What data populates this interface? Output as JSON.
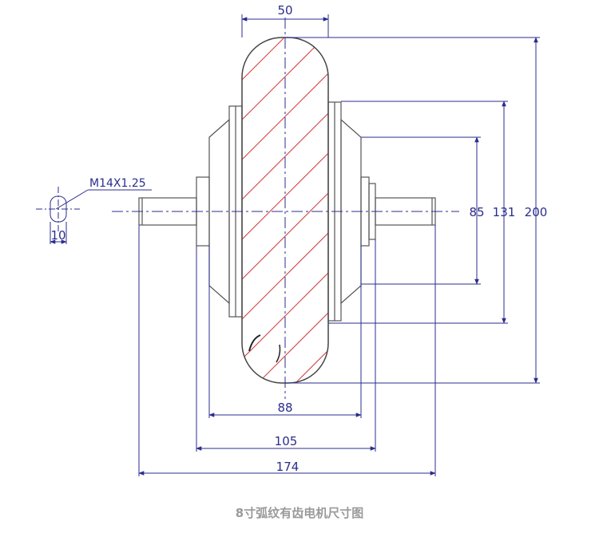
{
  "dimensions": {
    "tire_width": "50",
    "thread_spec": "M14X1.25",
    "shaft_flat": "10",
    "width_88": "88",
    "width_105": "105",
    "width_174": "174",
    "dia_85": "85",
    "dia_131": "131",
    "dia_200": "200"
  },
  "caption": "8寸弧纹有齿电机尺寸图",
  "colors": {
    "outline": "#555555",
    "dimension": "#2b2d8c",
    "hatch": "#d23a3a",
    "caption": "#9a9a9a"
  }
}
